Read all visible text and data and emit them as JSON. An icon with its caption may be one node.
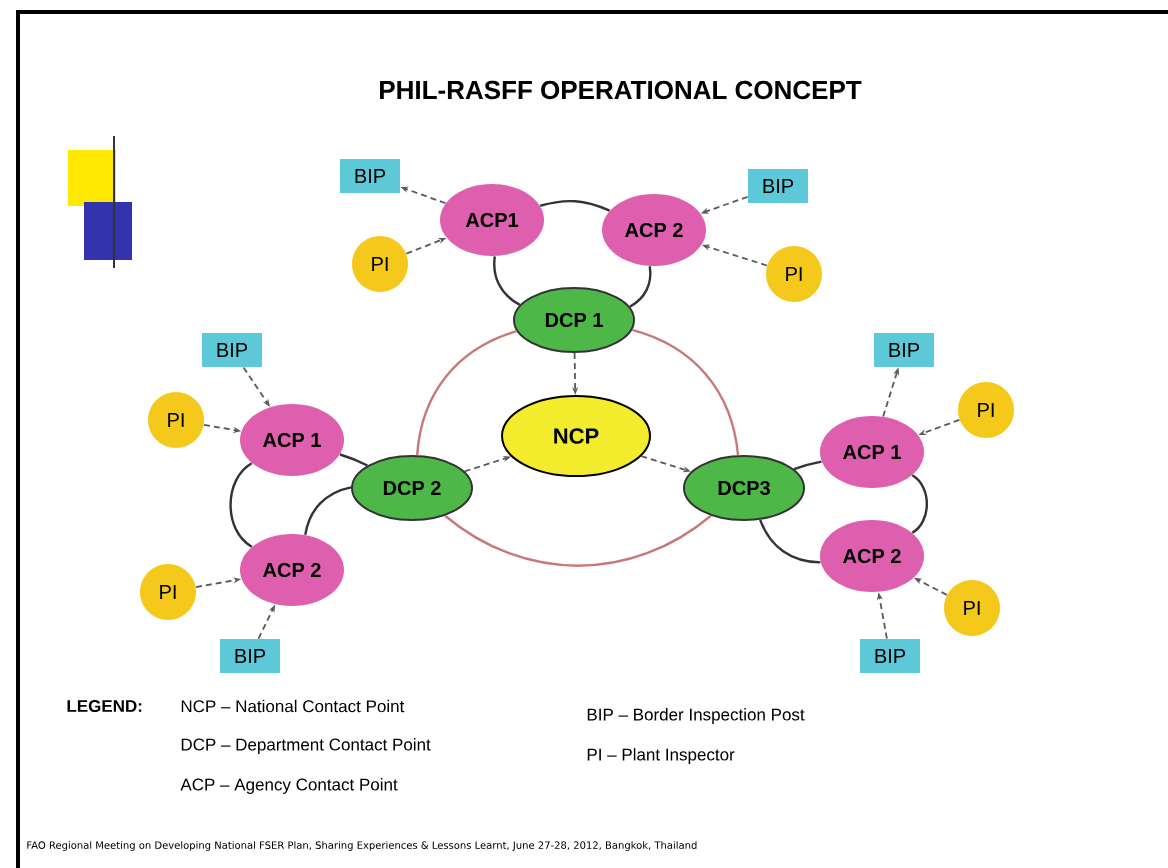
{
  "diagram": {
    "title": "PHIL-RASFF OPERATIONAL CONCEPT",
    "caption": "FAO Regional Meeting on Developing National FSER Plan, Sharing Experiences & Lessons Learnt, June 27-28, 2012, Bangkok, Thailand",
    "nodes": [
      {
        "text": [
          "NCP"
        ]
      },
      {
        "text": [
          "DCP 1"
        ]
      },
      {
        "text": [
          "DCP 2"
        ]
      },
      {
        "text": [
          "DCP3"
        ]
      },
      {
        "text": [
          "ACP1"
        ]
      },
      {
        "text": [
          "ACP 2"
        ]
      },
      {
        "text": [
          "BIP"
        ]
      },
      {
        "text": [
          "PI"
        ]
      },
      {
        "text": [
          "BIP"
        ]
      },
      {
        "text": [
          "PI"
        ]
      },
      {
        "text": [
          "BIP"
        ]
      },
      {
        "text": [
          "PI"
        ]
      },
      {
        "text": [
          "ACP 1"
        ]
      },
      {
        "text": [
          "ACP 2"
        ]
      },
      {
        "text": [
          "PI"
        ]
      },
      {
        "text": [
          "BIP"
        ]
      },
      {
        "text": [
          "BIP"
        ]
      },
      {
        "text": [
          "PI"
        ]
      },
      {
        "text": [
          "ACP 1"
        ]
      },
      {
        "text": [
          "ACP 2"
        ]
      },
      {
        "text": [
          "PI"
        ]
      },
      {
        "text": [
          "BIP"
        ]
      }
    ],
    "edges": [
      {
        "from": 1,
        "to": 0,
        "arrow": "to",
        "style": "dashed"
      },
      {
        "from": 2,
        "to": 0,
        "arrow": "to",
        "style": "dashed"
      },
      {
        "from": 0,
        "to": 3,
        "arrow": "to",
        "style": "dashed"
      },
      {
        "from": 1,
        "to": 2,
        "arrow": "none",
        "color": "#c87878"
      },
      {
        "from": 2,
        "to": 3,
        "arrow": "none",
        "color": "#c87878"
      },
      {
        "from": 3,
        "to": 1,
        "arrow": "none",
        "color": "#c87878"
      },
      {
        "from": 4,
        "to": 5,
        "arrow": "none"
      },
      {
        "from": 4,
        "to": 1,
        "arrow": "none"
      },
      {
        "from": 5,
        "to": 1,
        "arrow": "none"
      },
      {
        "from": 4,
        "to": 6,
        "arrow": "to",
        "style": "dashed"
      },
      {
        "from": 7,
        "to": 4,
        "arrow": "to",
        "style": "dashed"
      },
      {
        "from": 8,
        "to": 5,
        "arrow": "to",
        "style": "dashed"
      },
      {
        "from": 9,
        "to": 5,
        "arrow": "to",
        "style": "dashed"
      },
      {
        "from": 10,
        "to": 12,
        "arrow": "to",
        "style": "dashed"
      },
      {
        "from": 11,
        "to": 12,
        "arrow": "to",
        "style": "dashed"
      },
      {
        "from": 12,
        "to": 2,
        "arrow": "none"
      },
      {
        "from": 12,
        "to": 13,
        "arrow": "none"
      },
      {
        "from": 13,
        "to": 2,
        "arrow": "none"
      },
      {
        "from": 14,
        "to": 13,
        "arrow": "to",
        "style": "dashed"
      },
      {
        "from": 15,
        "to": 13,
        "arrow": "to",
        "style": "dashed"
      },
      {
        "from": 18,
        "to": 16,
        "arrow": "to",
        "style": "dashed"
      },
      {
        "from": 17,
        "to": 18,
        "arrow": "to",
        "style": "dashed"
      },
      {
        "from": 3,
        "to": 18,
        "arrow": "none"
      },
      {
        "from": 18,
        "to": 19,
        "arrow": "none"
      },
      {
        "from": 3,
        "to": 19,
        "arrow": "none"
      },
      {
        "from": 20,
        "to": 19,
        "arrow": "to",
        "style": "dashed"
      },
      {
        "from": 21,
        "to": 19,
        "arrow": "to",
        "style": "dashed"
      }
    ],
    "labels": [
      "LEGEND:",
      "NCP – National Contact Point",
      "BIP – Border Inspection Post",
      "DCP – Department Contact Point",
      "PI – Plant Inspector",
      "ACP – Agency Contact Point"
    ]
  }
}
